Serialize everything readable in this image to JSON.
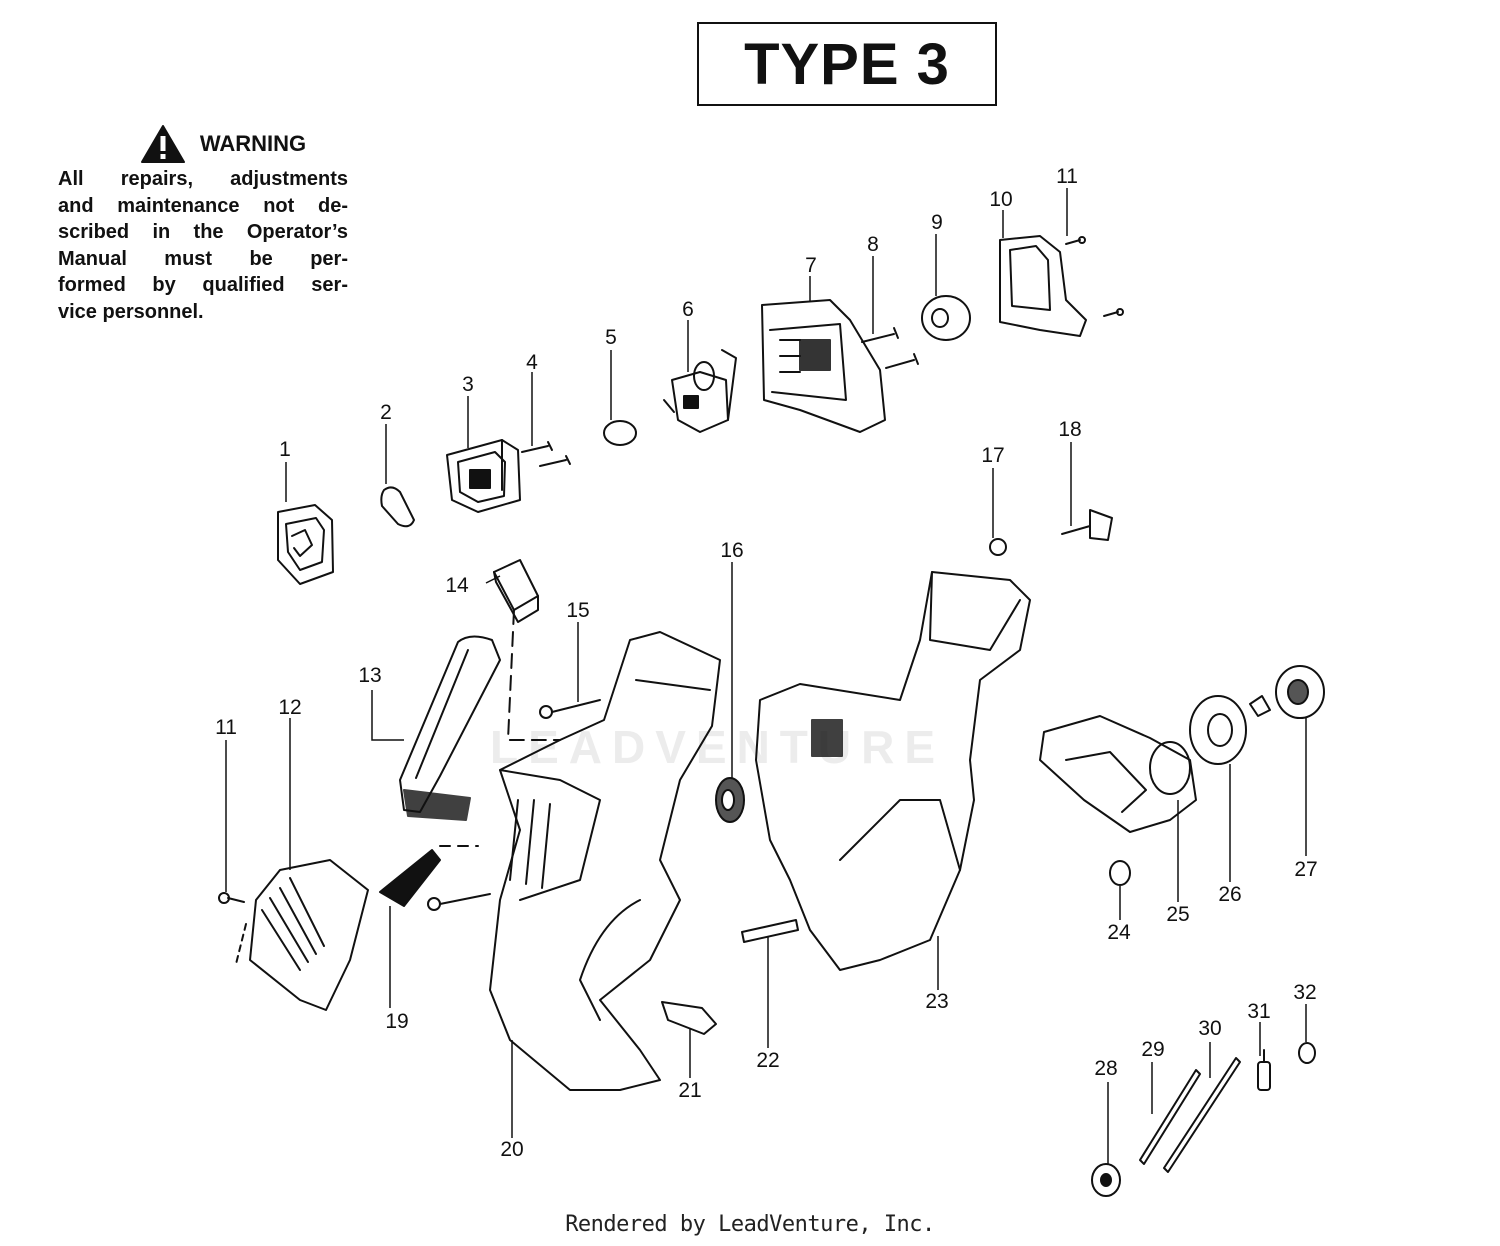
{
  "title": "TYPE 3",
  "warning": {
    "heading": "WARNING",
    "lines": [
      "All repairs, adjustments",
      "and maintenance not de-",
      "scribed in the Operator’s",
      "Manual must be per-",
      "formed by qualified ser-",
      "vice personnel."
    ],
    "icon": "warning-triangle-icon"
  },
  "parts": [
    "1",
    "2",
    "3",
    "4",
    "5",
    "6",
    "7",
    "8",
    "9",
    "10",
    "11",
    "11",
    "12",
    "13",
    "14",
    "15",
    "16",
    "17",
    "18",
    "19",
    "20",
    "21",
    "22",
    "23",
    "24",
    "25",
    "26",
    "27",
    "28",
    "29",
    "30",
    "31",
    "32"
  ],
  "watermark": "LEADVENTURE",
  "footer": "Rendered by LeadVenture, Inc."
}
